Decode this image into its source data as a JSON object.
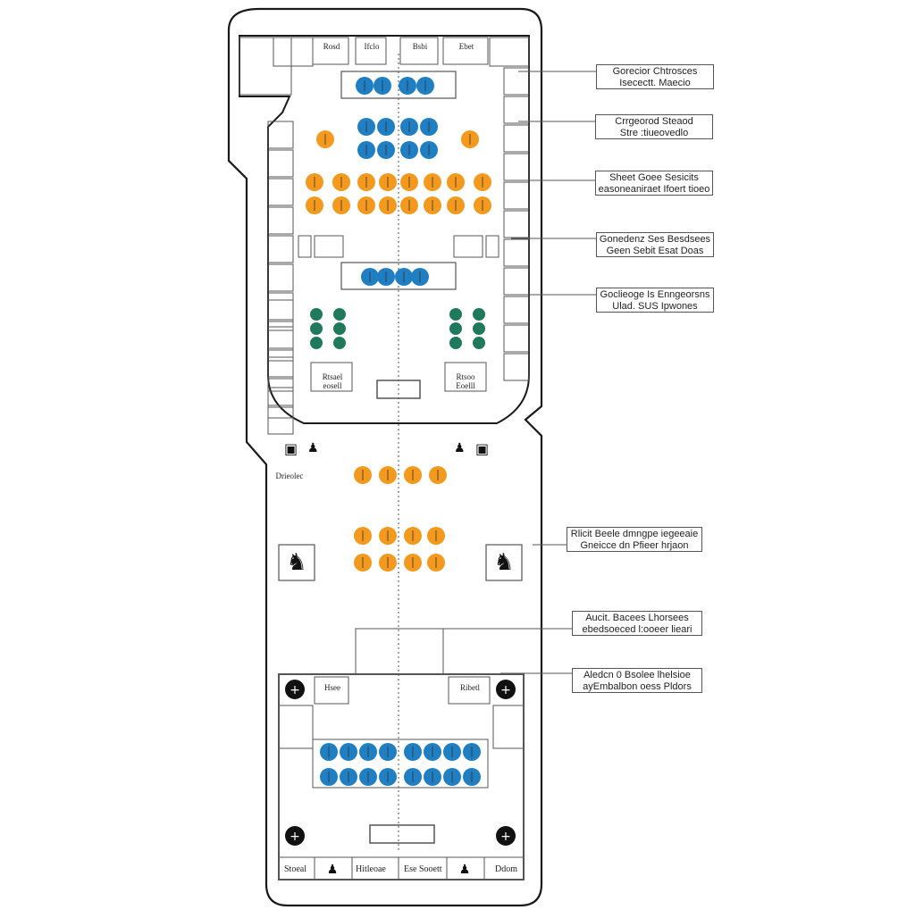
{
  "diagram": {
    "colors": {
      "outline": "#1a1a1a",
      "thin_line": "#555555",
      "blue_seat": "#1f7fc2",
      "orange_seat": "#f39a1e",
      "green_seat": "#1e7a5a"
    },
    "callouts": [
      {
        "line1": "Gorecior Chtrosces",
        "line2": "Isecectt. Maecio"
      },
      {
        "line1": "Crrgeorod Steaod",
        "line2": "Stre :tiueovedlo"
      },
      {
        "line1": "Sheet Goee Sesicits",
        "line2": "easoneaniraet Ifoert tioeo"
      },
      {
        "line1": "Gonedenz Ses Besdsees",
        "line2": "Geen Sebit Esat Doas"
      },
      {
        "line1": "Goclieoge Is Enngeorsns",
        "line2": "Ulad. SUS Ipwones"
      },
      {
        "line1": "Rlicit Beele dmngpe iegeeaie",
        "line2": "Gneicce dn Pfieer hrjaon"
      },
      {
        "line1": "Aucit. Bacees Lhorsees",
        "line2": "ebedsoeced l:ooeer lieari"
      },
      {
        "line1": "Aledcn 0 Bsolee lhelsioe",
        "line2": "ayEmbalbon oess Pldors"
      }
    ],
    "room_labels": {
      "top_1": "Rosd",
      "top_2": "Ifclo",
      "top_3": "Bsbi",
      "top_4": "Ebet",
      "mid_left_1": "Rtsael",
      "mid_left_2": "eosell",
      "mid_right_1": "Rtsoo",
      "mid_right_2": "Eoelll",
      "left_sign": "Drieolec",
      "lower_left": "Hsee",
      "lower_right": "Ribetl"
    },
    "bottom_labels": {
      "left": "Stoeal",
      "mid_left": "Hitleoae",
      "mid_right": "Ese Sooett",
      "right": "Ddom"
    },
    "icons": [
      "cross-sign-icon",
      "figure-sign-icon",
      "podium-icon",
      "door-sign-icon"
    ]
  }
}
